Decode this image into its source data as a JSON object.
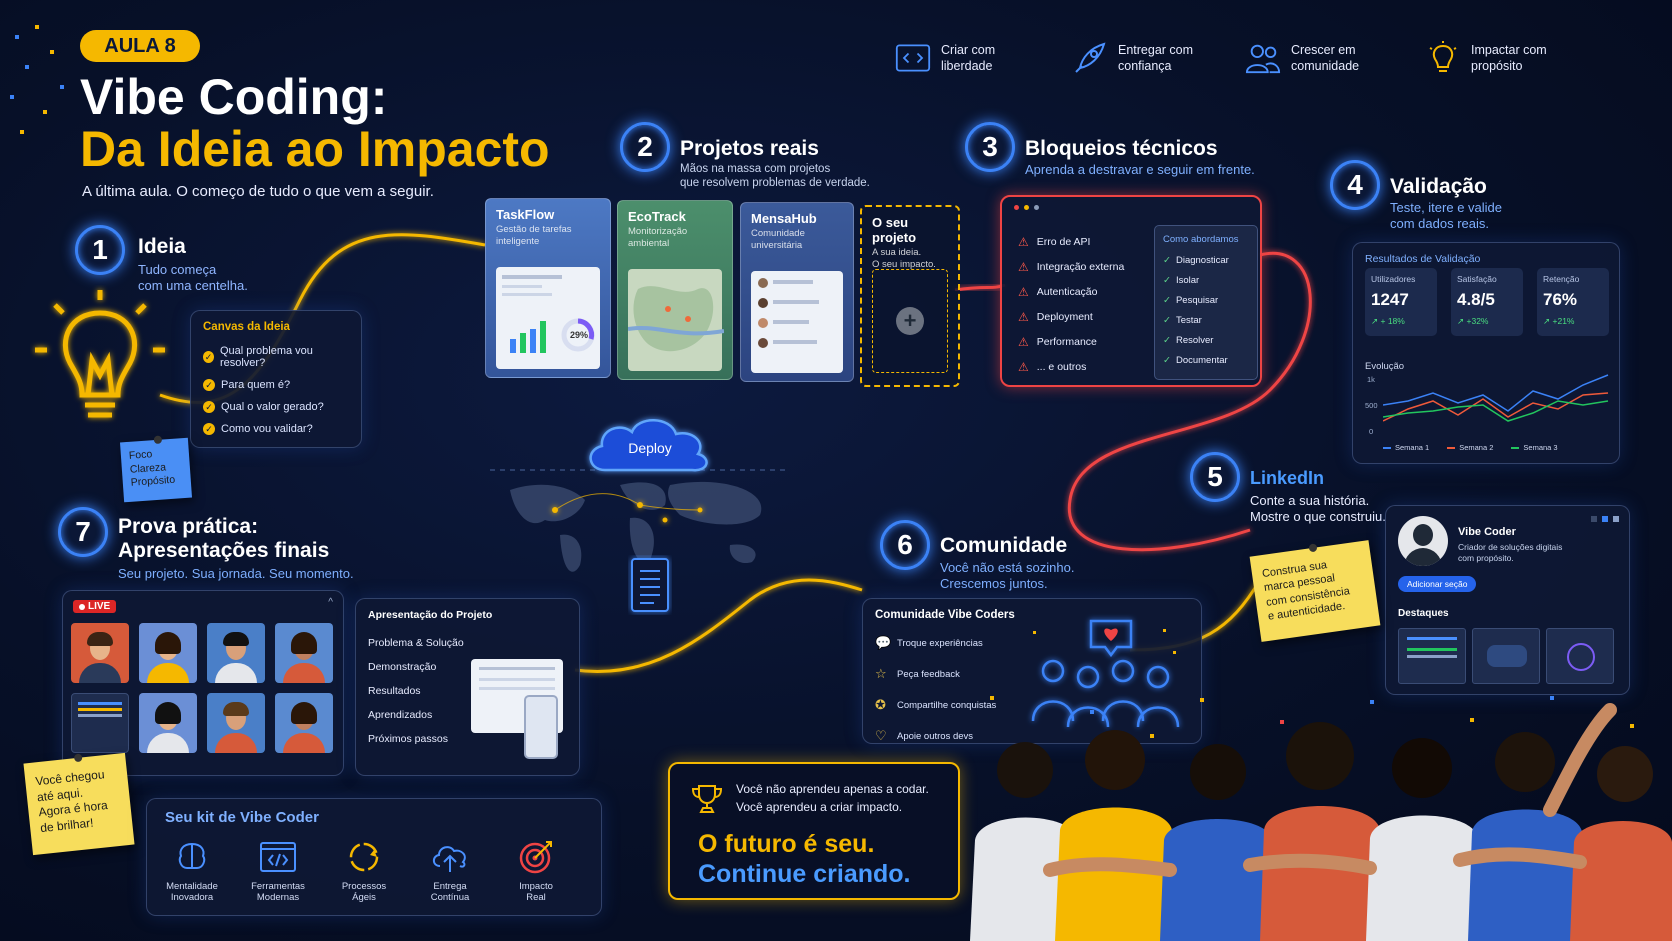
{
  "header": {
    "badge": "AULA 8",
    "title_line1": "Vibe Coding:",
    "title_line2": "Da Ideia ao Impacto",
    "subtitle": "A última aula. O começo de tudo o que vem a seguir."
  },
  "top_tags": [
    {
      "icon": "code-window-icon",
      "text1": "Criar com",
      "text2": "liberdade"
    },
    {
      "icon": "rocket-icon",
      "text1": "Entregar com",
      "text2": "confiança"
    },
    {
      "icon": "people-icon",
      "text1": "Crescer em",
      "text2": "comunidade"
    },
    {
      "icon": "lightbulb-icon",
      "text1": "Impactar com",
      "text2": "propósito"
    }
  ],
  "step1": {
    "num": "1",
    "title": "Ideia",
    "sub1": "Tudo começa",
    "sub2": "com uma centelha.",
    "canvas_title": "Canvas da Ideia",
    "questions": [
      "Qual problema vou resolver?",
      "Para quem é?",
      "Qual o valor gerado?",
      "Como vou validar?"
    ],
    "sticky": [
      "Foco",
      "Clareza",
      "Propósito"
    ]
  },
  "step2": {
    "num": "2",
    "title": "Projetos reais",
    "sub1": "Mãos na massa com projetos",
    "sub2": "que resolvem problemas de verdade.",
    "projects": [
      {
        "name": "TaskFlow",
        "desc1": "Gestão de tarefas",
        "desc2": "inteligente",
        "badge": "29%"
      },
      {
        "name": "EcoTrack",
        "desc1": "Monitorização",
        "desc2": "ambiental"
      },
      {
        "name": "MensaHub",
        "desc1": "Comunidade",
        "desc2": "universitária"
      },
      {
        "name": "O seu projeto",
        "desc1": "A sua ideia.",
        "desc2": "O seu impacto."
      }
    ]
  },
  "step3": {
    "num": "3",
    "title": "Bloqueios técnicos",
    "sub": "Aprenda a destravar e seguir em frente.",
    "issues": [
      "Erro de API",
      "Integração externa",
      "Autenticação",
      "Deployment",
      "Performance",
      "... e outros"
    ],
    "approach_title": "Como abordamos",
    "approach": [
      "Diagnosticar",
      "Isolar",
      "Pesquisar",
      "Testar",
      "Resolver",
      "Documentar"
    ]
  },
  "step4": {
    "num": "4",
    "title": "Validação",
    "sub1": "Teste, itere e valide",
    "sub2": "com dados reais.",
    "panel_title": "Resultados de Validação",
    "metrics": [
      {
        "label": "Utilizadores",
        "value": "1247",
        "delta": "+ 18%"
      },
      {
        "label": "Satisfação",
        "value": "4.8/5",
        "delta": "+32%"
      },
      {
        "label": "Retenção",
        "value": "76%",
        "delta": "+21%"
      }
    ],
    "evolution_label": "Evolução",
    "y_ticks": [
      "1k",
      "500",
      "0"
    ],
    "legend": [
      "Semana 1",
      "Semana 2",
      "Semana 3"
    ],
    "colors": {
      "week1": "#3b82f6",
      "week2": "#ef5a3a",
      "week3": "#22c55e"
    }
  },
  "step5": {
    "num": "5",
    "title": "LinkedIn",
    "sub1": "Conte a sua história.",
    "sub2": "Mostre o que construiu.",
    "profile_name": "Vibe Coder",
    "profile_desc1": "Criador de soluções digitais",
    "profile_desc2": "com propósito.",
    "add_button": "Adicionar seção",
    "highlights": "Destaques",
    "sticky": [
      "Construa sua",
      "marca pessoal",
      "com consistência",
      "e autenticidade."
    ]
  },
  "step6": {
    "num": "6",
    "title": "Comunidade",
    "sub1": "Você não está sozinho.",
    "sub2": "Crescemos juntos.",
    "panel_title": "Comunidade Vibe Coders",
    "items": [
      "Troque experiências",
      "Peça feedback",
      "Compartilhe conquistas",
      "Apoie outros devs"
    ]
  },
  "step7": {
    "num": "7",
    "title1": "Prova prática:",
    "title2": "Apresentações finais",
    "sub": "Seu projeto. Sua jornada. Seu momento.",
    "live": "LIVE",
    "pres_title": "Apresentação do Projeto",
    "pres_items": [
      "Problema & Solução",
      "Demonstração",
      "Resultados",
      "Aprendizados",
      "Próximos passos"
    ],
    "sticky": [
      "Você chegou",
      "até aqui.",
      "Agora é hora",
      "de brilhar!"
    ]
  },
  "deploy": {
    "label": "Deploy"
  },
  "kit": {
    "title": "Seu  kit de Vibe Coder",
    "items": [
      {
        "icon": "brain-icon",
        "l1": "Mentalidade",
        "l2": "Inovadora"
      },
      {
        "icon": "code-icon",
        "l1": "Ferramentas",
        "l2": "Modernas"
      },
      {
        "icon": "cycle-icon",
        "l1": "Processos",
        "l2": "Ágeis"
      },
      {
        "icon": "cloud-upload-icon",
        "l1": "Entrega",
        "l2": "Contínua"
      },
      {
        "icon": "target-icon",
        "l1": "Impacto",
        "l2": "Real"
      }
    ]
  },
  "closing": {
    "line1": "Você não aprendeu apenas a codar.",
    "line2": "Você aprendeu a criar impacto.",
    "big1": "O futuro é seu.",
    "big2": "Continue criando."
  },
  "colors": {
    "accent_blue": "#3b82f6",
    "accent_yellow": "#f5b800",
    "accent_red": "#ef4444",
    "path_yellow": "#f5b800"
  }
}
